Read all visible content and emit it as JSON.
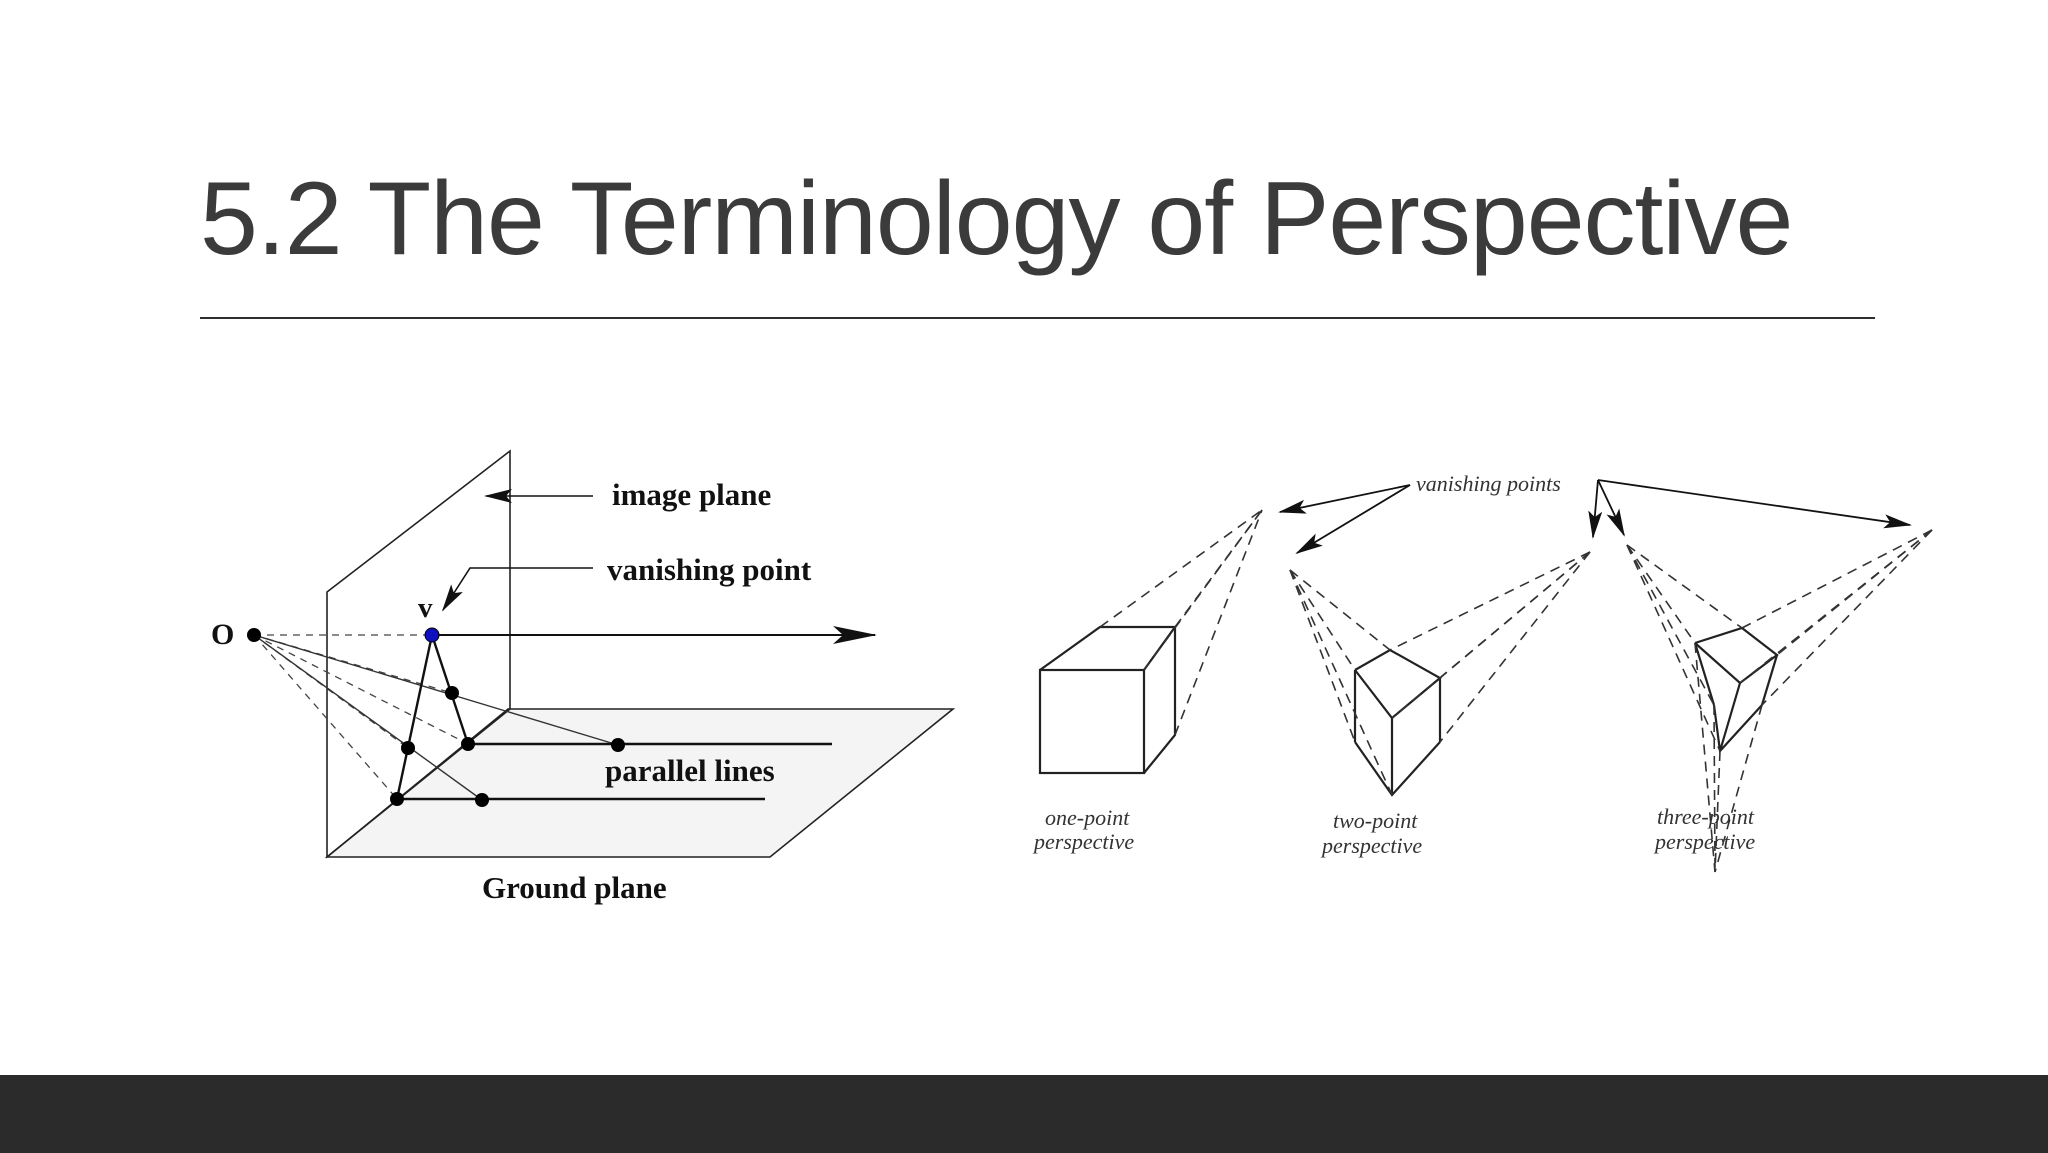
{
  "slide": {
    "title": "5.2 The Terminology of Perspective"
  },
  "left_diagram": {
    "labels": {
      "image_plane": "image plane",
      "vanishing_point": "vanishing point",
      "v": "v",
      "o": "O",
      "parallel_lines": "parallel lines",
      "ground_plane": "Ground plane"
    },
    "colors": {
      "vanishing_dot": "#1010c0"
    }
  },
  "right_diagram": {
    "labels": {
      "vanishing_points": "vanishing points",
      "one_point_1": "one-point",
      "one_point_2": "perspective",
      "two_point_1": "two-point",
      "two_point_2": "perspective",
      "three_point_1": "three-point",
      "three_point_2": "perspective"
    }
  },
  "footer": {
    "color": "#2b2b2b"
  }
}
